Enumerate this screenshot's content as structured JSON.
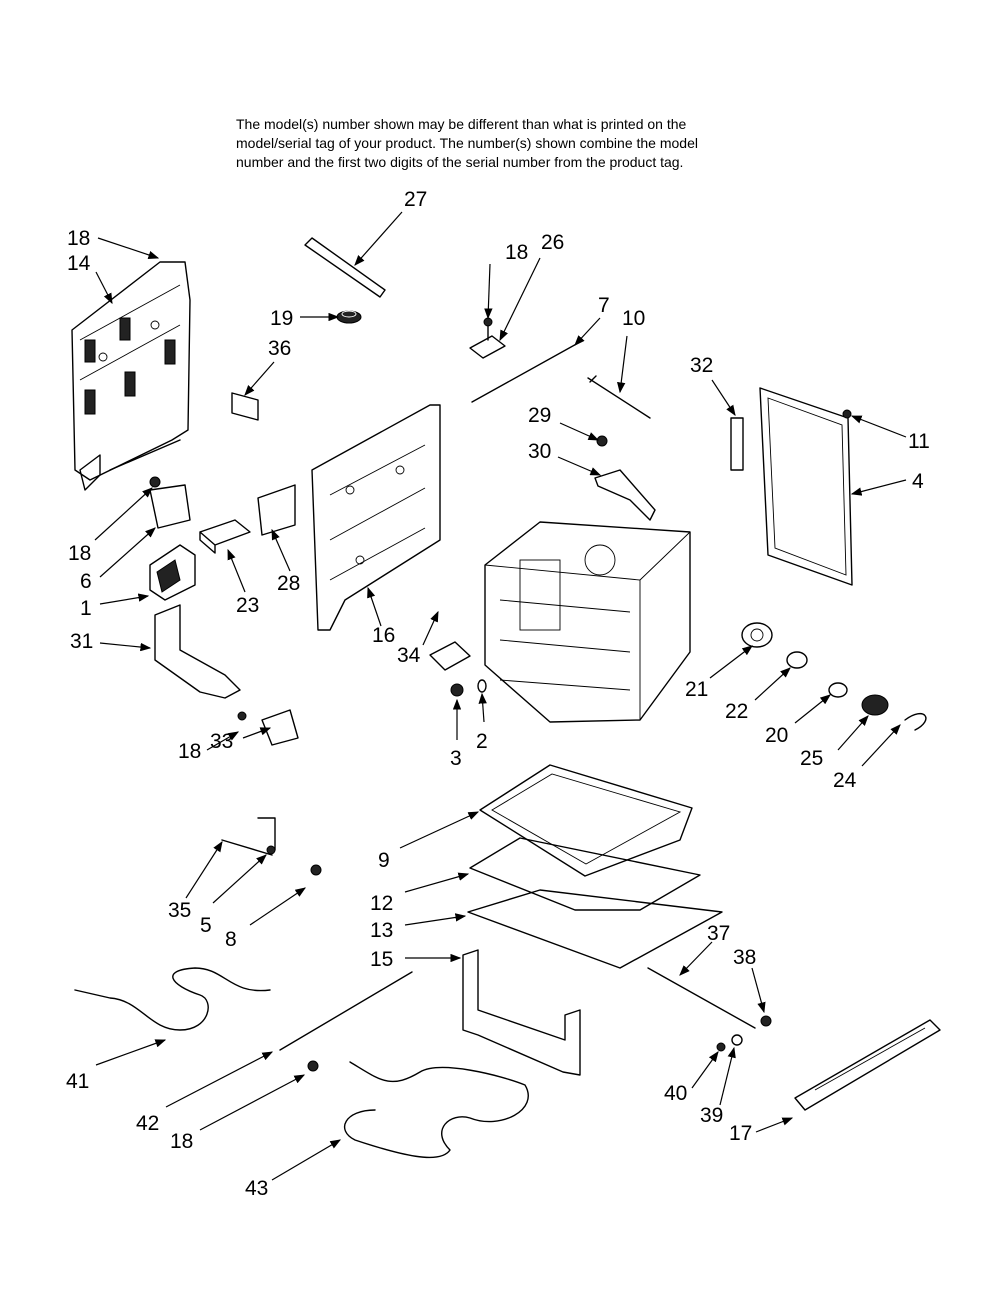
{
  "notice": {
    "line1": "The model(s) number shown may be different than what is printed on the",
    "line2": "model/serial tag of your product.  The number(s) shown combine the model",
    "line3": "number and the first two digits of the serial number from the product tag."
  },
  "callouts": [
    "18",
    "14",
    "27",
    "18",
    "26",
    "19",
    "7",
    "10",
    "36",
    "32",
    "29",
    "11",
    "30",
    "4",
    "18",
    "6",
    "23",
    "28",
    "1",
    "31",
    "16",
    "34",
    "21",
    "22",
    "18",
    "3",
    "2",
    "20",
    "25",
    "24",
    "33",
    "9",
    "12",
    "35",
    "5",
    "8",
    "13",
    "37",
    "15",
    "38",
    "41",
    "42",
    "40",
    "39",
    "18",
    "17",
    "43"
  ]
}
